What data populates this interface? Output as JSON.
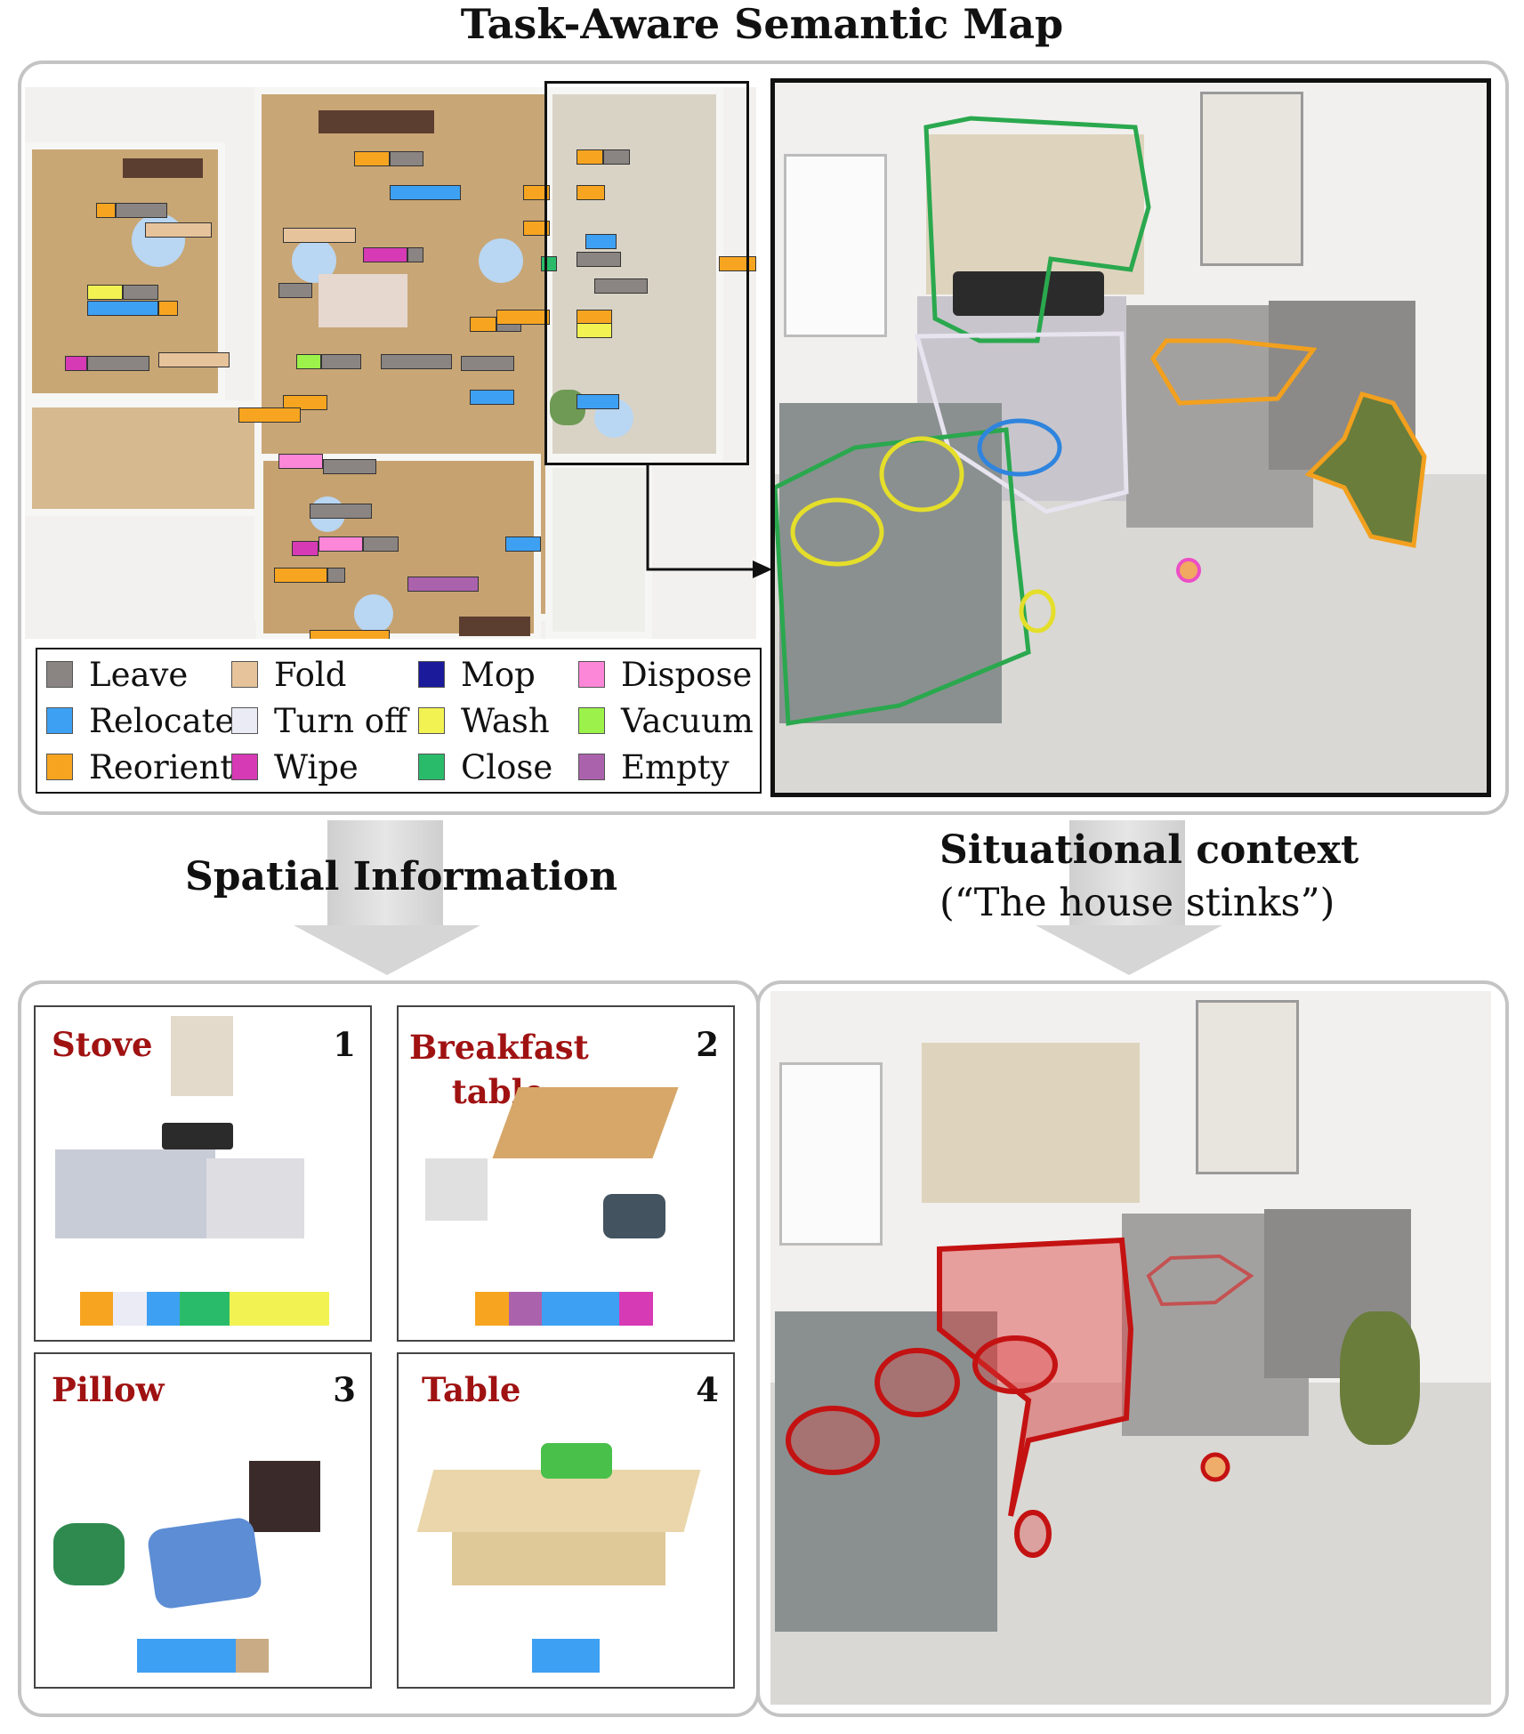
{
  "titles": {
    "main": "Task-Aware Semantic Map",
    "spatial": "Spatial Information",
    "situational": "Situational context",
    "situational_quote": "(“The house stinks”)"
  },
  "legend": [
    {
      "label": "Leave",
      "color": "#8a8582"
    },
    {
      "label": "Relocate",
      "color": "#3ea0f2"
    },
    {
      "label": "Reorient",
      "color": "#f7a520"
    },
    {
      "label": "Fold",
      "color": "#e7c39b"
    },
    {
      "label": "Turn off",
      "color": "#ebebf5"
    },
    {
      "label": "Wipe",
      "color": "#d63ab4"
    },
    {
      "label": "Mop",
      "color": "#1a1a9a"
    },
    {
      "label": "Wash",
      "color": "#f2f252"
    },
    {
      "label": "Close",
      "color": "#2abb6a"
    },
    {
      "label": "Dispose",
      "color": "#fc86d8"
    },
    {
      "label": "Vacuum",
      "color": "#9cf24a"
    },
    {
      "label": "Empty",
      "color": "#ab62ac"
    }
  ],
  "cards": [
    {
      "title": "Stove",
      "number": "1",
      "segments": [
        {
          "color": "#f7a520",
          "width": 1
        },
        {
          "color": "#ebebf5",
          "width": 1
        },
        {
          "color": "#3ea0f2",
          "width": 1
        },
        {
          "color": "#2abb6a",
          "width": 1.5
        },
        {
          "color": "#f2f252",
          "width": 3
        }
      ]
    },
    {
      "title": "Breakfast table",
      "number": "2",
      "segments": [
        {
          "color": "#f7a520",
          "width": 1
        },
        {
          "color": "#ab62ac",
          "width": 1
        },
        {
          "color": "#3ea0f2",
          "width": 2.3
        },
        {
          "color": "#d63ab4",
          "width": 1
        }
      ]
    },
    {
      "title": "Pillow",
      "number": "3",
      "segments": [
        {
          "color": "#3ea0f2",
          "width": 3
        },
        {
          "color": "#c9ab86",
          "width": 1
        }
      ]
    },
    {
      "title": "Table",
      "number": "4",
      "segments": [
        {
          "color": "#3ea0f2",
          "width": 1
        }
      ]
    }
  ]
}
